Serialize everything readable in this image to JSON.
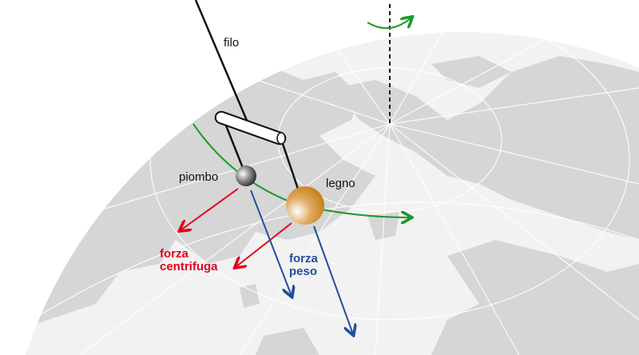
{
  "labels": {
    "thread": "filo",
    "lead": "piombo",
    "wood": "legno",
    "centrifugal_force": [
      "forza",
      "centrifuga"
    ],
    "weight_force": [
      "forza",
      "peso"
    ]
  },
  "colors": {
    "centrifugal": "#e3001b",
    "weight": "#1f4f9f",
    "rotation": "#1a9a2a",
    "globe": "#f2f2f2",
    "land": "#d6d6d6"
  }
}
